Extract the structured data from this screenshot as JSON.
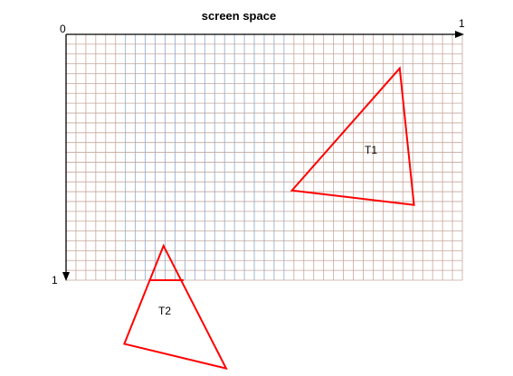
{
  "diagram": {
    "title": "screen space",
    "axis_labels": {
      "origin": "0",
      "x_end": "1",
      "y_end": "1"
    },
    "grid": {
      "columns": 40,
      "rows": 25,
      "highlight_columns": [
        6,
        22
      ],
      "base_color": "#c7a79c",
      "highlight_color": "#90a9c9"
    },
    "axis_color": "#000000",
    "triangle_color": "#ff0000",
    "triangles": [
      {
        "id": "t1",
        "label": "T1",
        "vertices": [
          [
            0.842,
            0.138
          ],
          [
            0.878,
            0.694
          ],
          [
            0.57,
            0.635
          ]
        ]
      },
      {
        "id": "t2",
        "label": "T2",
        "vertices": [
          [
            0.246,
            0.86
          ],
          [
            0.404,
            1.359
          ],
          [
            0.147,
            1.259
          ]
        ],
        "clip_edge": [
          [
            0.213,
            1.0
          ],
          [
            0.297,
            1.0
          ]
        ]
      }
    ]
  }
}
